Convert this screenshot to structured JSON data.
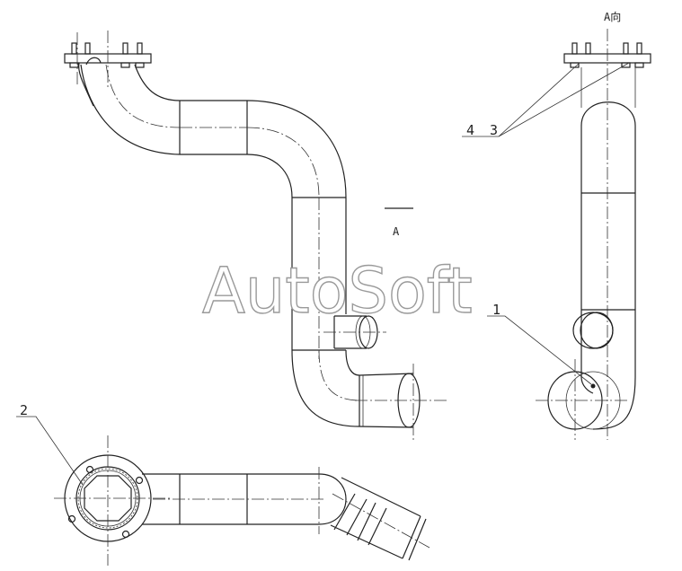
{
  "view_label": "A向",
  "section_marker": "A",
  "watermark": "AutoSoft",
  "callouts": [
    {
      "id": "4",
      "text": "4"
    },
    {
      "id": "3",
      "text": "3"
    },
    {
      "id": "1",
      "text": "1"
    },
    {
      "id": "2",
      "text": "2"
    }
  ]
}
